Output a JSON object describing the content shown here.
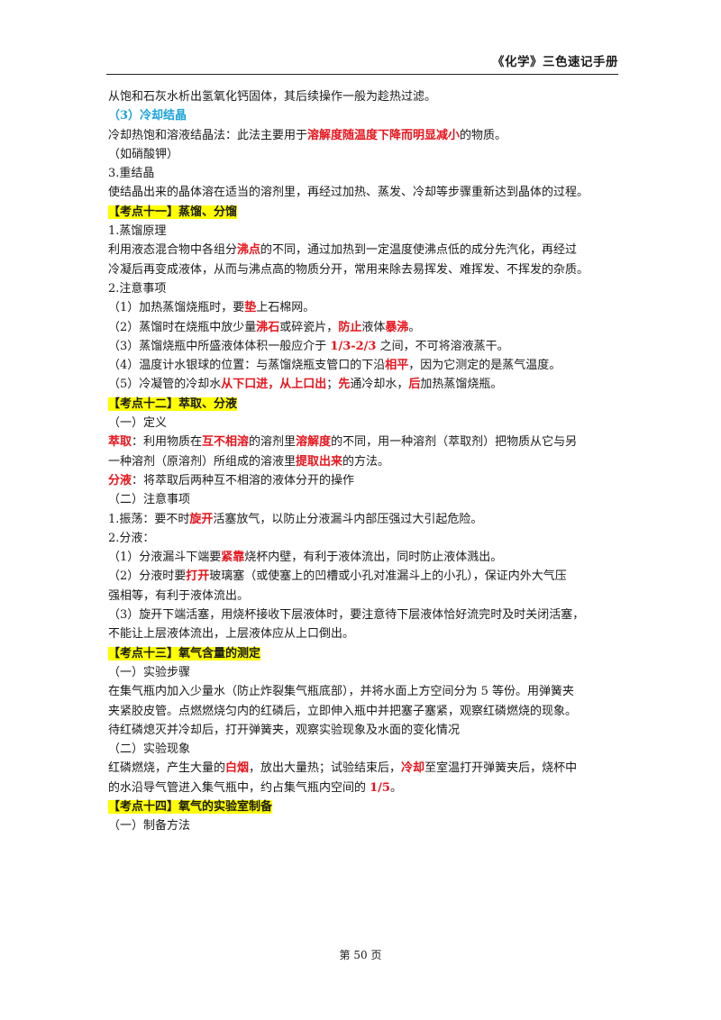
{
  "header": {
    "title": "《化学》三色速记手册"
  },
  "lines": [
    [
      {
        "t": "从饱和石灰水析出氢氧化钙固体，其后续操作一般为趁热过滤。"
      }
    ],
    [
      {
        "t": "（3）冷却结晶",
        "c": "blue"
      }
    ],
    [
      {
        "t": "冷却热饱和溶液结晶法：此法主要用于"
      },
      {
        "t": "溶解度随温度下降而明显减小",
        "c": "red"
      },
      {
        "t": "的物质。"
      }
    ],
    [
      {
        "t": "（如硝酸钾）"
      }
    ],
    [
      {
        "t": "3.重结晶"
      }
    ],
    [
      {
        "t": "使结晶出来的晶体溶在适当的溶剂里，再经过加热、蒸发、冷却等步骤重新达到晶体的过程。"
      }
    ],
    [
      {
        "t": "【考点十一】蒸馏、分馏",
        "c": "hl"
      }
    ],
    [
      {
        "t": "1.蒸馏原理"
      }
    ],
    [
      {
        "t": "利用液态混合物中各组分"
      },
      {
        "t": "沸点",
        "c": "red"
      },
      {
        "t": "的不同，通过加热到一定温度使沸点低的成分先汽化，再经过"
      }
    ],
    [
      {
        "t": "冷凝后再变成液体，从而与沸点高的物质分开，常用来除去易挥发、难挥发、不挥发的杂质。"
      }
    ],
    [
      {
        "t": "2.注意事项"
      }
    ],
    [
      {
        "t": "（1）加热蒸馏烧瓶时，要"
      },
      {
        "t": "垫",
        "c": "red"
      },
      {
        "t": "上石棉网。"
      }
    ],
    [
      {
        "t": "（2）蒸馏时在烧瓶中放少量"
      },
      {
        "t": "沸石",
        "c": "red"
      },
      {
        "t": "或碎瓷片，"
      },
      {
        "t": "防止",
        "c": "red"
      },
      {
        "t": "液体"
      },
      {
        "t": "暴沸",
        "c": "red"
      },
      {
        "t": "。"
      }
    ],
    [
      {
        "t": "（3）蒸馏烧瓶中所盛液体体积一般应介于 "
      },
      {
        "t": "1/3-2/3",
        "c": "red"
      },
      {
        "t": " 之间，不可将溶液蒸干。"
      }
    ],
    [
      {
        "t": "（4）温度计水银球的位置：与蒸馏烧瓶支管口的下沿"
      },
      {
        "t": "相平",
        "c": "red"
      },
      {
        "t": "，因为它测定的是蒸气温度。"
      }
    ],
    [
      {
        "t": "（5）冷凝管的冷却水"
      },
      {
        "t": "从下口进，从上口出",
        "c": "red"
      },
      {
        "t": "；"
      },
      {
        "t": "先",
        "c": "red"
      },
      {
        "t": "通冷却水，"
      },
      {
        "t": "后",
        "c": "red"
      },
      {
        "t": "加热蒸馏烧瓶。"
      }
    ],
    [
      {
        "t": "【考点十二】萃取、分液",
        "c": "hl"
      }
    ],
    [
      {
        "t": "（一）定义"
      }
    ],
    [
      {
        "t": "萃取",
        "c": "red"
      },
      {
        "t": "：利用物质在"
      },
      {
        "t": "互不相溶",
        "c": "red"
      },
      {
        "t": "的溶剂里"
      },
      {
        "t": "溶解度",
        "c": "red"
      },
      {
        "t": "的不同，用一种溶剂（萃取剂）把物质从它与另"
      }
    ],
    [
      {
        "t": "一种溶剂（原溶剂）所组成的溶液里"
      },
      {
        "t": "提取出来",
        "c": "red"
      },
      {
        "t": "的方法。"
      }
    ],
    [
      {
        "t": "分液",
        "c": "red"
      },
      {
        "t": "：将萃取后两种互不相溶的液体分开的操作"
      }
    ],
    [
      {
        "t": "（二）注意事项"
      }
    ],
    [
      {
        "t": "1.振荡：要不时"
      },
      {
        "t": "旋开",
        "c": "red"
      },
      {
        "t": "活塞放气，以防止分液漏斗内部压强过大引起危险。"
      }
    ],
    [
      {
        "t": "2.分液："
      }
    ],
    [
      {
        "t": "（1）分液漏斗下端要"
      },
      {
        "t": "紧靠",
        "c": "red"
      },
      {
        "t": "烧杯内壁，有利于液体流出，同时防止液体溅出。"
      }
    ],
    [
      {
        "t": "（2）分液时要"
      },
      {
        "t": "打开",
        "c": "red"
      },
      {
        "t": "玻璃塞（或使塞上的凹槽或小孔对准漏斗上的小孔），保证内外大气压"
      }
    ],
    [
      {
        "t": "强相等，有利于液体流出。"
      }
    ],
    [
      {
        "t": "（3）旋开下端活塞，用烧杯接收下层液体时，要注意待下层液体恰好流完时及时关闭活塞，"
      }
    ],
    [
      {
        "t": "不能让上层液体流出，上层液体应从上口倒出。"
      }
    ],
    [
      {
        "t": "【考点十三】氧气含量的测定",
        "c": "hl"
      }
    ],
    [
      {
        "t": "（一）实验步骤"
      }
    ],
    [
      {
        "t": "在集气瓶内加入少量水（防止炸裂集气瓶底部），并将水面上方空间分为 5 等份。用弹簧夹"
      }
    ],
    [
      {
        "t": "夹紧胶皮管。点燃燃烧匀内的红磷后，立即伸入瓶中并把塞子塞紧，观察红磷燃烧的现象。"
      }
    ],
    [
      {
        "t": "待红磷熄灭并冷却后，打开弹簧夹，观察实验现象及水面的变化情况"
      }
    ],
    [
      {
        "t": "（二）实验现象"
      }
    ],
    [
      {
        "t": "红磷燃烧，产生大量的"
      },
      {
        "t": "白烟",
        "c": "red"
      },
      {
        "t": "，放出大量热；试验结束后，"
      },
      {
        "t": "冷却",
        "c": "red"
      },
      {
        "t": "至室温打开弹簧夹后，烧杯中"
      }
    ],
    [
      {
        "t": "的水沿导气管进入集气瓶中，约占集气瓶内空间的 "
      },
      {
        "t": "1/5",
        "c": "red"
      },
      {
        "t": "。"
      }
    ],
    [
      {
        "t": "【考点十四】氧气的实验室制备",
        "c": "hl"
      }
    ],
    [
      {
        "t": "（一）制备方法"
      }
    ]
  ],
  "footer": {
    "page": "第 50 页"
  }
}
